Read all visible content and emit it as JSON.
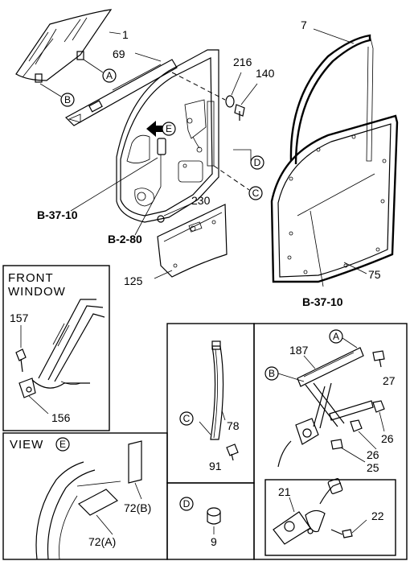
{
  "part_numbers": {
    "p1": "1",
    "p7": "7",
    "p69": "69",
    "p216": "216",
    "p140": "140",
    "p230": "230",
    "p125": "125",
    "p75": "75",
    "p157": "157",
    "p156": "156",
    "p187": "187",
    "p27": "27",
    "p78": "78",
    "p91": "91",
    "p26a": "26",
    "p26b": "26",
    "p25": "25",
    "p72b": "72(B)",
    "p72a": "72(A)",
    "p9": "9",
    "p21": "21",
    "p22": "22"
  },
  "references": {
    "ref_b37_left": "B-37-10",
    "ref_b280": "B-2-80",
    "ref_b37_right": "B-37-10"
  },
  "callouts": {
    "A": "A",
    "B": "B",
    "C": "C",
    "D": "D",
    "E": "E"
  },
  "insets": {
    "front_window_line1": "FRONT",
    "front_window_line2": "WINDOW",
    "view_label": "VIEW"
  }
}
